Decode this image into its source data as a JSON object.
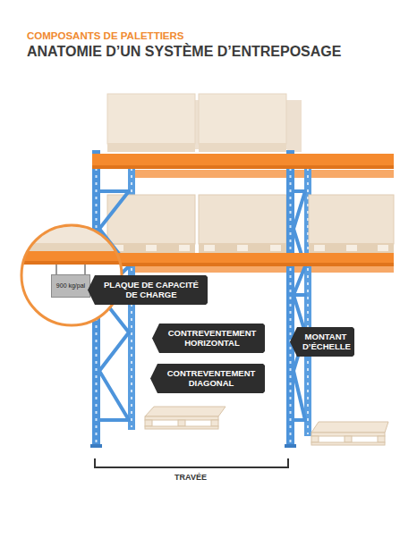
{
  "diagram": {
    "title": "ANATOMIE D’UN SYSTÈME D’ENTREPOSAGE",
    "nodes": [
      {
        "text": [
          "900 kg/pal"
        ]
      },
      {
        "text": [
          "PLAQUE DE CAPACITÉ DE CHARGE"
        ]
      },
      {
        "text": [
          "CONTREVENTEMENT HORIZONTAL"
        ]
      },
      {
        "text": [
          "MONTANT D’ÉCHELLE"
        ]
      },
      {
        "text": [
          "CONTREVENTEMENT DIAGONAL"
        ]
      }
    ],
    "labels": [
      "COMPOSANTS DE PALETTIERS",
      "TRAVÉE"
    ]
  }
}
